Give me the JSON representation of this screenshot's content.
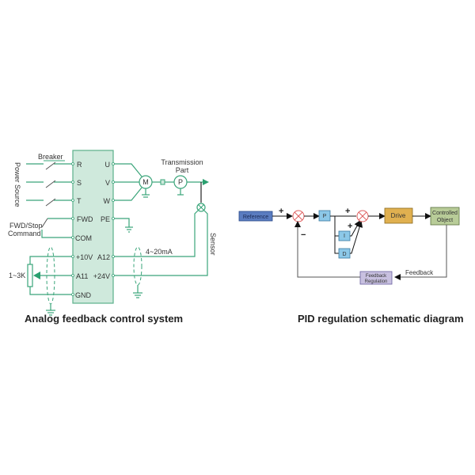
{
  "analog_diagram": {
    "caption": "Analog feedback control system",
    "breaker_label": "Breaker",
    "power_source_label": "Power Source",
    "fwd_stop_label_line1": "FWD/Stop",
    "fwd_stop_label_line2": "Command",
    "potentiometer_label": "1~3K",
    "transmission_label_line1": "Transmission",
    "transmission_label_line2": "Part",
    "motor_label": "M",
    "pump_label": "P",
    "current_label": "4~20mA",
    "sensor_label": "Sensor",
    "left_pins": [
      "R",
      "S",
      "T",
      "FWD",
      "COM",
      "+10V",
      "A11",
      "GND"
    ],
    "right_pins": [
      "U",
      "V",
      "W",
      "PE",
      "A12",
      "+24V"
    ],
    "colors": {
      "wire": "#3aa57a",
      "terminal_fill": "#cfe9dc",
      "terminal_border": "#5bb08a"
    }
  },
  "pid_diagram": {
    "caption": "PID regulation schematic diagram",
    "reference_label": "Reference",
    "p_label": "P",
    "i_label": "I",
    "d_label": "D",
    "drive_label": "Drive",
    "controlled_object_line1": "Controlled",
    "controlled_object_line2": "Object",
    "feedback_regulation_line1": "Feedback",
    "feedback_regulation_line2": "Regulation",
    "feedback_label": "Feedback",
    "plus_sign": "+",
    "minus_sign": "−",
    "colors": {
      "reference": "#5a7cc0",
      "pid_blocks": "#8cc8e8",
      "drive": "#e0b050",
      "controlled_object": "#b8cc98",
      "feedback_regulation": "#c8c0e0",
      "summing_junction": "#e06060"
    }
  }
}
